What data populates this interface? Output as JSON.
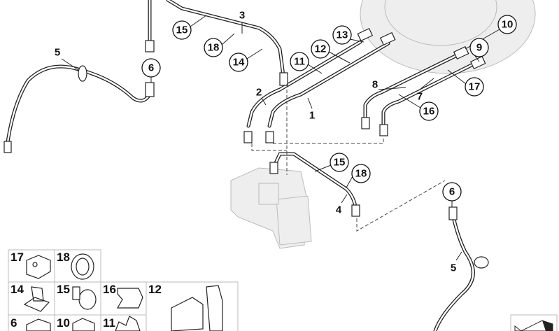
{
  "diagram": {
    "callouts": [
      {
        "id": "c3",
        "text": "3",
        "circled": false
      },
      {
        "id": "c15a",
        "text": "15",
        "circled": true
      },
      {
        "id": "c18a",
        "text": "18",
        "circled": true
      },
      {
        "id": "c14",
        "text": "14",
        "circled": true
      },
      {
        "id": "c5a",
        "text": "5",
        "circled": false
      },
      {
        "id": "c6a",
        "text": "6",
        "circled": true
      },
      {
        "id": "c11",
        "text": "11",
        "circled": true
      },
      {
        "id": "c12",
        "text": "12",
        "circled": true
      },
      {
        "id": "c13",
        "text": "13",
        "circled": true
      },
      {
        "id": "c10",
        "text": "10",
        "circled": true
      },
      {
        "id": "c9",
        "text": "9",
        "circled": true
      },
      {
        "id": "c8",
        "text": "8",
        "circled": false
      },
      {
        "id": "c7",
        "text": "7",
        "circled": false
      },
      {
        "id": "c17",
        "text": "17",
        "circled": true
      },
      {
        "id": "c16",
        "text": "16",
        "circled": true
      },
      {
        "id": "c2",
        "text": "2",
        "circled": false
      },
      {
        "id": "c1",
        "text": "1",
        "circled": false
      },
      {
        "id": "c15b",
        "text": "15",
        "circled": true
      },
      {
        "id": "c18b",
        "text": "18",
        "circled": true
      },
      {
        "id": "c4",
        "text": "4",
        "circled": false
      },
      {
        "id": "c6b",
        "text": "6",
        "circled": true
      },
      {
        "id": "c5b",
        "text": "5",
        "circled": false
      }
    ],
    "parts_grid": [
      "17",
      "18",
      "14",
      "15",
      "16",
      "12",
      "6",
      "10",
      "11"
    ]
  }
}
